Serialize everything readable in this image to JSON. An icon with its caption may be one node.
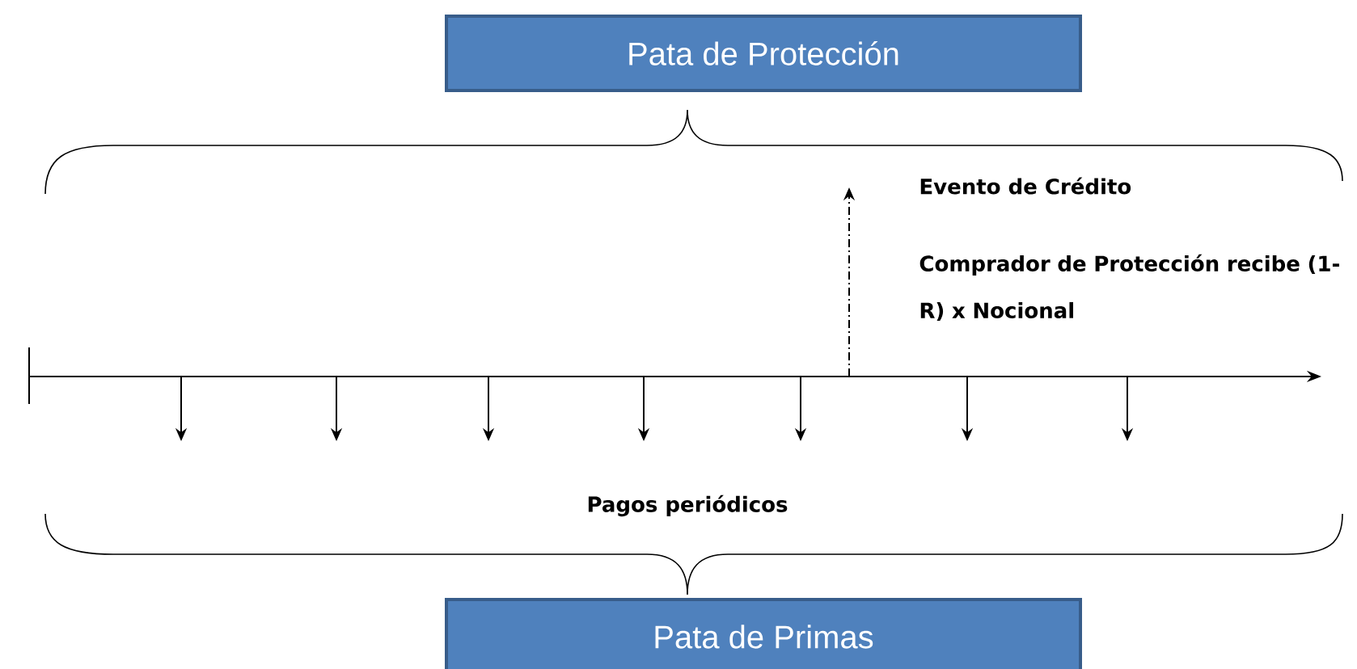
{
  "diagram": {
    "nodes": [
      {
        "text": [
          "Pata de Protección"
        ]
      },
      {
        "text": [
          "Pata de Primas"
        ]
      }
    ],
    "labels": [
      "Evento de Crédito",
      "Comprador de Protección recibe (1-R) x Nocional",
      "Pagos periódicos"
    ]
  }
}
